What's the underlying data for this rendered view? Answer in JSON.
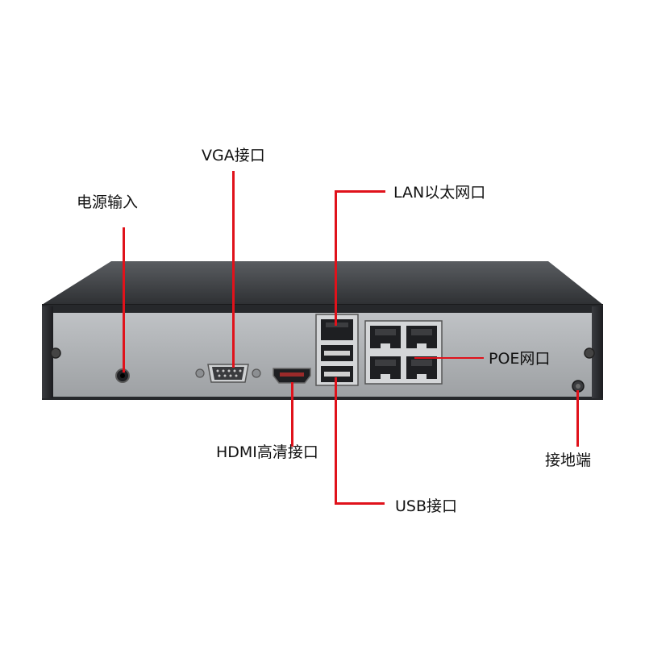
{
  "labels": {
    "vga": "VGA接口",
    "power": "电源输入",
    "lan": "LAN以太网口",
    "poe": "POE网口",
    "hdmi": "HDMI高清接口",
    "ground": "接地端",
    "usb": "USB接口"
  },
  "colors": {
    "callout_line": "#e0121b",
    "panel": "#aeb1b4",
    "chassis": "#2b2d30",
    "port_dark": "#1e1f22"
  }
}
